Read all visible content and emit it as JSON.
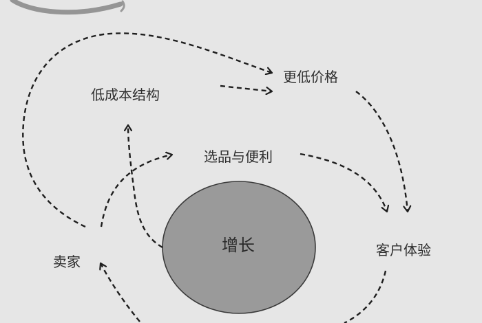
{
  "diagram": {
    "title": "",
    "center": {
      "label": "增长",
      "fill": "#9a9a9a",
      "stroke": "#3a3a3a"
    },
    "nodes": [
      {
        "id": "low_cost",
        "label": "低成本结构"
      },
      {
        "id": "lower_price",
        "label": "更低价格"
      },
      {
        "id": "selection",
        "label": "选品与便利"
      },
      {
        "id": "sellers",
        "label": "卖家"
      },
      {
        "id": "customer_exp",
        "label": "客户体验"
      }
    ],
    "edges": [
      {
        "from": "sellers",
        "to": "lower_price",
        "style": "dashed",
        "arrow": true
      },
      {
        "from": "low_cost",
        "to": "lower_price",
        "style": "dashed",
        "arrow": true
      },
      {
        "from": "lower_price",
        "to": "customer_exp",
        "style": "dashed",
        "arrow": true
      },
      {
        "from": "selection",
        "to": "customer_exp",
        "style": "dashed",
        "arrow": true
      },
      {
        "from": "sellers",
        "to": "selection",
        "style": "dashed",
        "arrow": true
      },
      {
        "from": "growth",
        "to": "low_cost",
        "style": "dashed",
        "arrow": true
      },
      {
        "from": "customer_exp",
        "to": "sellers",
        "style": "dashed",
        "arrow": true
      }
    ],
    "colors": {
      "background": "#e6e6e6",
      "dash": "#1e1e1e",
      "brush_arc": "#8c8c8c",
      "text": "#2e2e2e"
    }
  }
}
